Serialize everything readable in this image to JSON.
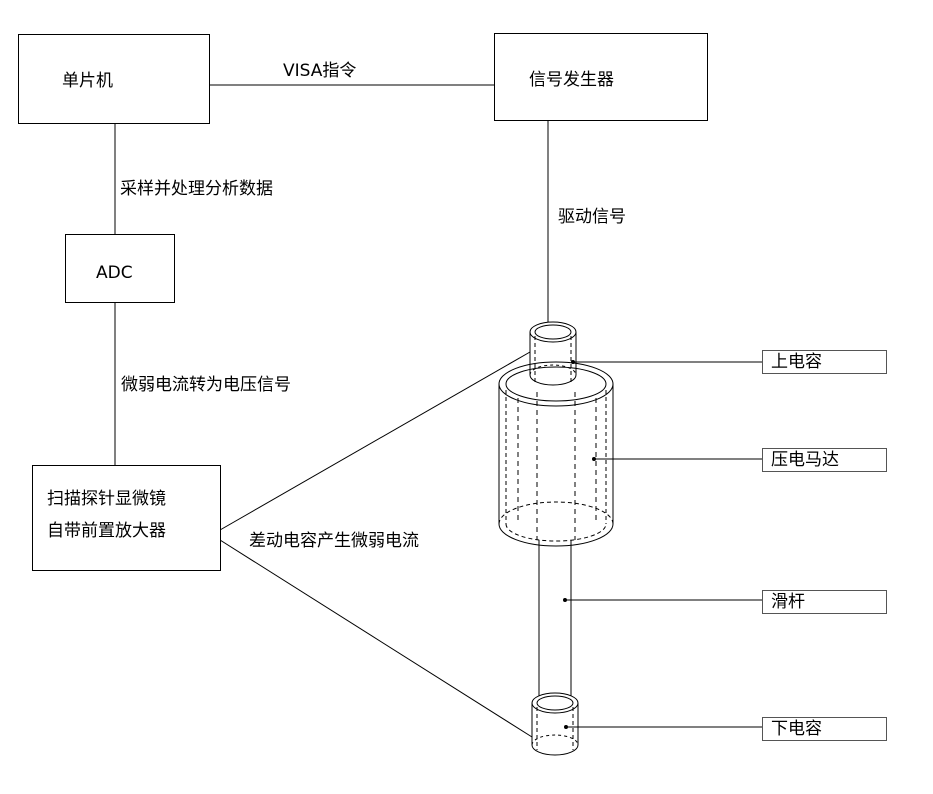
{
  "boxes": {
    "mcu": "单片机",
    "signal_generator": "信号发生器",
    "adc": "ADC",
    "amplifier_line1": "扫描探针显微镜",
    "amplifier_line2": "自带前置放大器"
  },
  "edge_labels": {
    "visa": "VISA指令",
    "sampling": "采样并处理分析数据",
    "drive": "驱动信号",
    "weak_current": "微弱电流转为电压信号",
    "diff_capacitance": "差动电容产生微弱电流"
  },
  "callouts": {
    "upper_capacitor": "上电容",
    "piezo_motor": "压电马达",
    "slider": "滑杆",
    "lower_capacitor": "下电容"
  }
}
